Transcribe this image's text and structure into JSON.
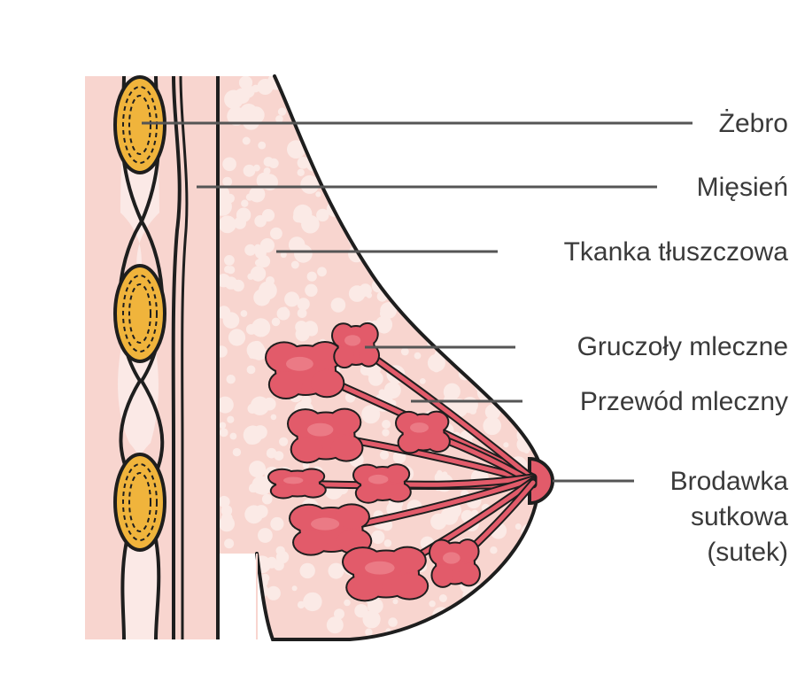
{
  "colors": {
    "skin": "#f8d5cf",
    "fat_lobule": "#fbeae6",
    "gland": "#e25b6a",
    "gland_highlight": "#f08892",
    "bone": "#f0b43c",
    "outline": "#1e1e1e",
    "leader": "#555555",
    "text": "#3a3a3a"
  },
  "labels": {
    "rib": "Żebro",
    "muscle": "Mięsień",
    "fat_tissue": "Tkanka tłuszczowa",
    "mammary_glands": "Gruczoły mleczne",
    "milk_duct": "Przewód mleczny",
    "nipple_line1": "Brodawka",
    "nipple_line2": "sutkowa",
    "nipple_line3": "(sutek)"
  }
}
